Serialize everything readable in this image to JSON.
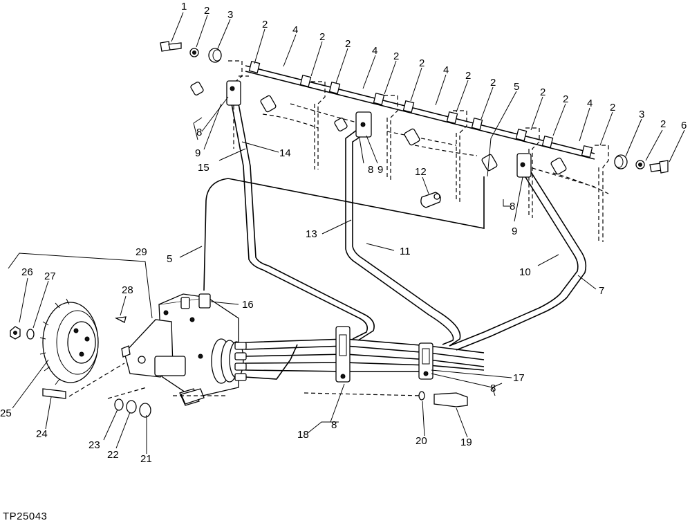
{
  "figure_id": "TP25043",
  "callouts": [
    {
      "id": "c1",
      "text": "1"
    },
    {
      "id": "c2a",
      "text": "2"
    },
    {
      "id": "c3a",
      "text": "3"
    },
    {
      "id": "c2b",
      "text": "2"
    },
    {
      "id": "c4a",
      "text": "4"
    },
    {
      "id": "c2c",
      "text": "2"
    },
    {
      "id": "c2d",
      "text": "2"
    },
    {
      "id": "c4b",
      "text": "4"
    },
    {
      "id": "c2e",
      "text": "2"
    },
    {
      "id": "c2f",
      "text": "2"
    },
    {
      "id": "c4c",
      "text": "4"
    },
    {
      "id": "c2g",
      "text": "2"
    },
    {
      "id": "c2h",
      "text": "2"
    },
    {
      "id": "c5a",
      "text": "5"
    },
    {
      "id": "c2i",
      "text": "2"
    },
    {
      "id": "c2j",
      "text": "2"
    },
    {
      "id": "c4d",
      "text": "4"
    },
    {
      "id": "c2k",
      "text": "2"
    },
    {
      "id": "c3b",
      "text": "3"
    },
    {
      "id": "c2l",
      "text": "2"
    },
    {
      "id": "c6",
      "text": "6"
    },
    {
      "id": "c8a",
      "text": "8"
    },
    {
      "id": "c9a",
      "text": "9"
    },
    {
      "id": "c14",
      "text": "14"
    },
    {
      "id": "c15",
      "text": "15"
    },
    {
      "id": "c8b",
      "text": "8"
    },
    {
      "id": "c9b",
      "text": "9"
    },
    {
      "id": "c12",
      "text": "12"
    },
    {
      "id": "c13",
      "text": "13"
    },
    {
      "id": "c11",
      "text": "11"
    },
    {
      "id": "c8c",
      "text": "8"
    },
    {
      "id": "c9c",
      "text": "9"
    },
    {
      "id": "c5b",
      "text": "5"
    },
    {
      "id": "c10",
      "text": "10"
    },
    {
      "id": "c7",
      "text": "7"
    },
    {
      "id": "c29",
      "text": "29"
    },
    {
      "id": "c26",
      "text": "26"
    },
    {
      "id": "c27",
      "text": "27"
    },
    {
      "id": "c28",
      "text": "28"
    },
    {
      "id": "c16",
      "text": "16"
    },
    {
      "id": "c17",
      "text": "17"
    },
    {
      "id": "c8d",
      "text": "8"
    },
    {
      "id": "c25",
      "text": "25"
    },
    {
      "id": "c24",
      "text": "24"
    },
    {
      "id": "c23",
      "text": "23"
    },
    {
      "id": "c22",
      "text": "22"
    },
    {
      "id": "c21",
      "text": "21"
    },
    {
      "id": "c18",
      "text": "18"
    },
    {
      "id": "c8e",
      "text": "8"
    },
    {
      "id": "c20",
      "text": "20"
    },
    {
      "id": "c19",
      "text": "19"
    }
  ]
}
